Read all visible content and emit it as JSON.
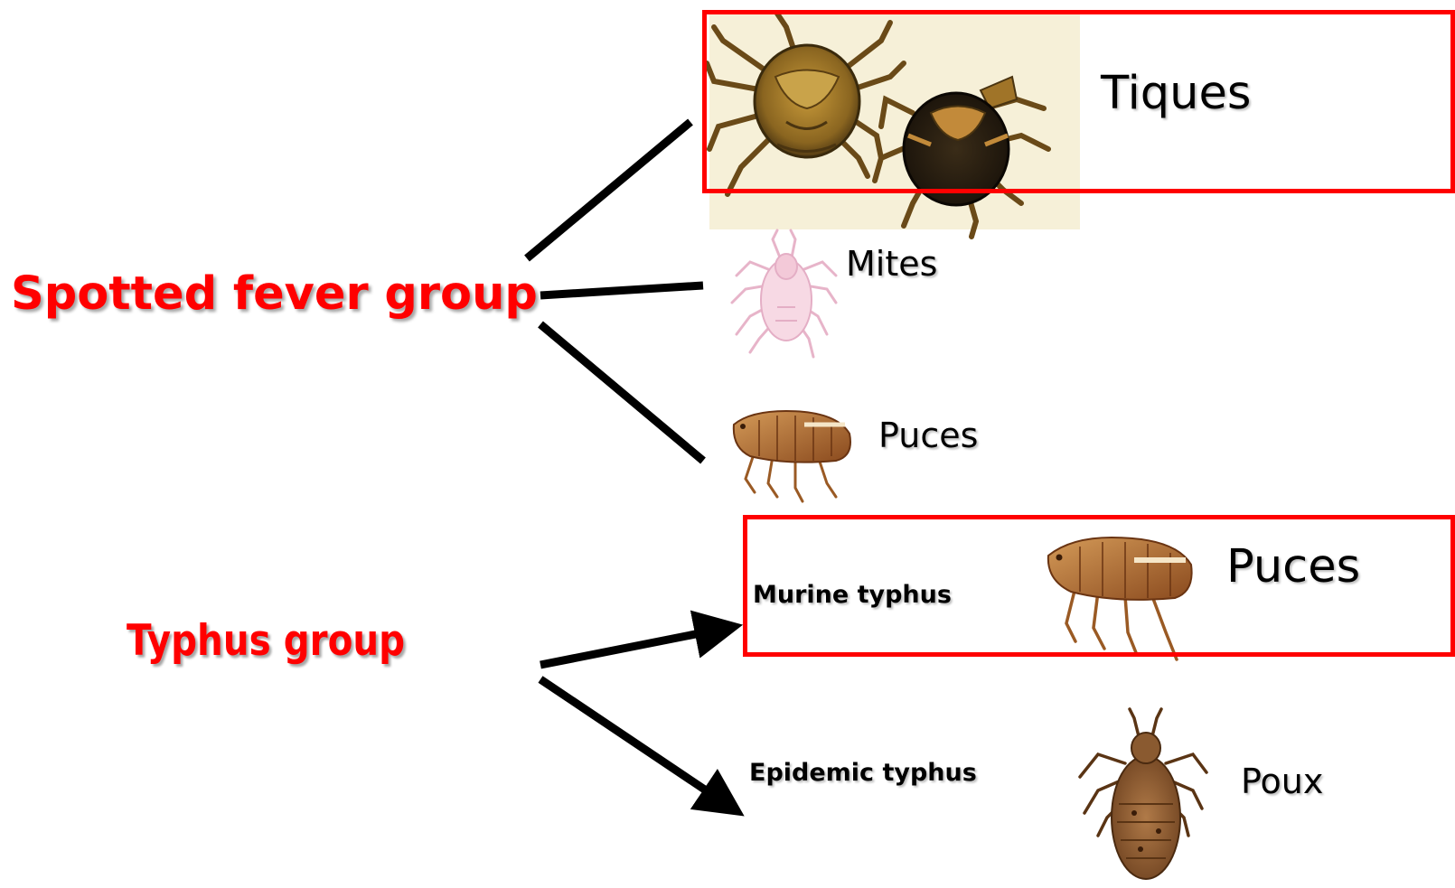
{
  "groups": {
    "spotted_fever": "Spotted fever group",
    "typhus": "Typhus group"
  },
  "vectors": {
    "tiques": "Tiques",
    "mites": "Mites",
    "puces_spotted": "Puces",
    "puces_murine": "Puces",
    "poux": "Poux"
  },
  "diseases": {
    "murine": "Murine typhus",
    "epidemic": "Epidemic typhus"
  },
  "colors": {
    "group_label": "#ff0000",
    "highlight_box": "#ff0000",
    "connector": "#000000"
  },
  "icons": [
    "tick-icon",
    "mite-icon",
    "flea-icon",
    "louse-icon"
  ]
}
